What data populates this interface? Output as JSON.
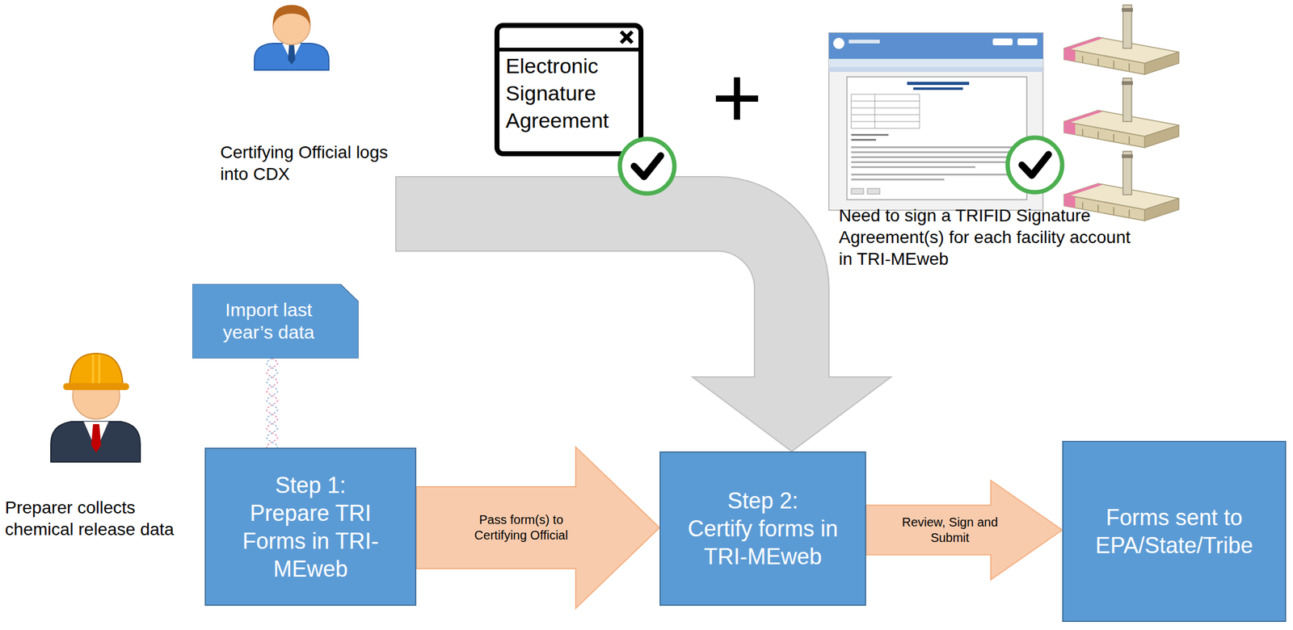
{
  "diagram": {
    "nodes": [
      {
        "text": [
          "Certifying Official logs into CDX"
        ]
      },
      {
        "text": [
          "Electronic Signature Agreement"
        ]
      },
      {
        "text": [
          "Need to sign a TRIFID Signature Agreement(s) for each facility account in TRI-MEweb"
        ]
      },
      {
        "text": [
          "Import last year’s data"
        ]
      },
      {
        "text": [
          "Preparer collects chemical release data"
        ]
      },
      {
        "text": [
          "Step 1:",
          "Prepare TRI Forms in TRI-MEweb"
        ]
      },
      {
        "text": [
          "Step 2:",
          "Certify forms in TRI-MEweb"
        ]
      },
      {
        "text": [
          "Forms sent to EPA/State/Tribe"
        ]
      }
    ],
    "edges": [
      {
        "from": 0,
        "to": 6,
        "arrow": "to"
      },
      {
        "from": 3,
        "to": 5,
        "arrow": "none"
      },
      {
        "from": 5,
        "to": 6,
        "label": "Pass form(s) to Certifying Official",
        "arrow": "to"
      },
      {
        "from": 6,
        "to": 7,
        "label": "Review, Sign and Submit",
        "arrow": "to"
      }
    ],
    "labels": [
      "+"
    ]
  }
}
